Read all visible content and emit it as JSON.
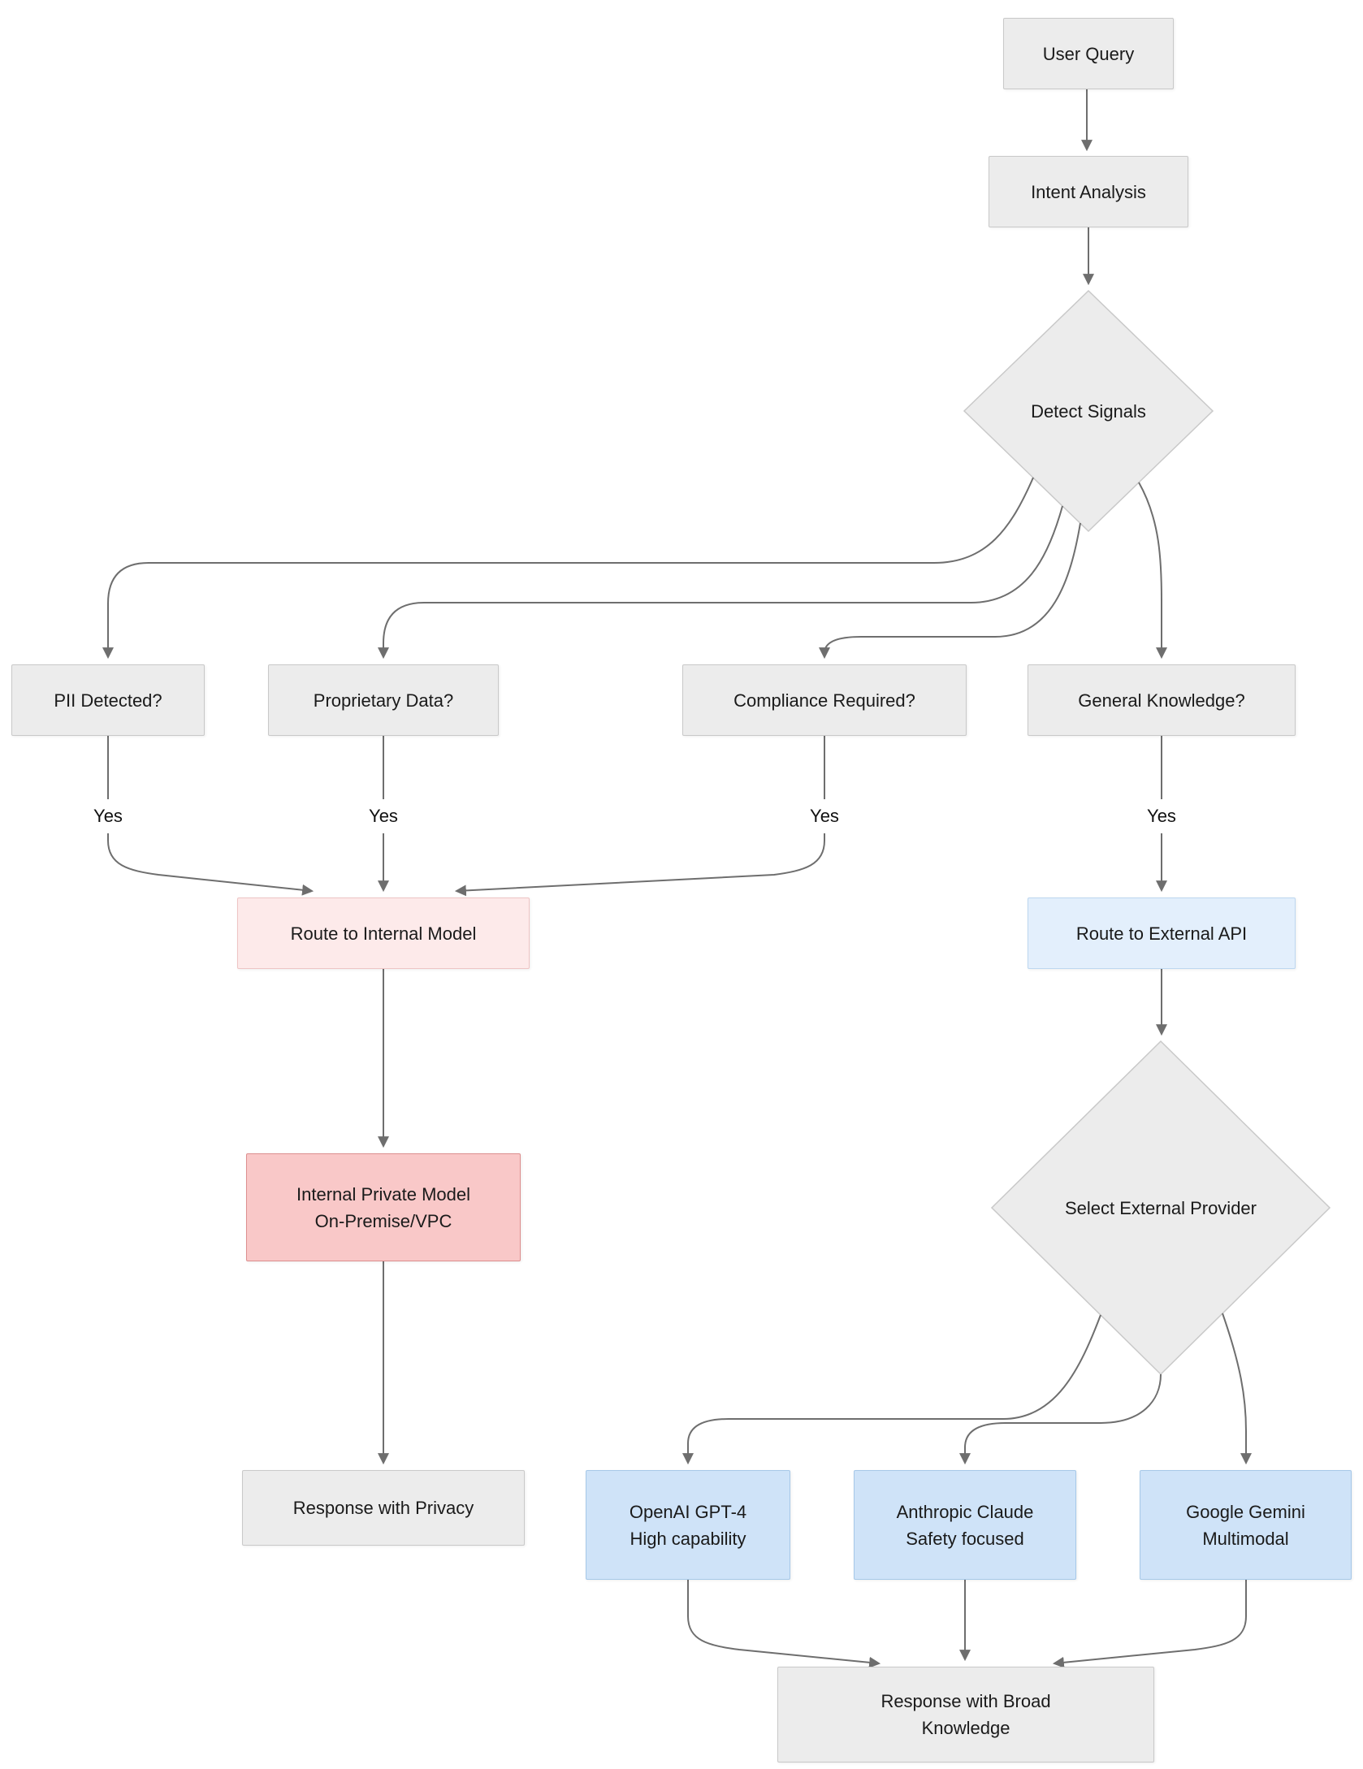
{
  "diagram": {
    "type": "flowchart",
    "nodes": {
      "user_query": {
        "label": "User Query"
      },
      "intent_analysis": {
        "label": "Intent Analysis"
      },
      "detect_signals": {
        "label": "Detect Signals"
      },
      "pii": {
        "label": "PII Detected?"
      },
      "proprietary": {
        "label": "Proprietary Data?"
      },
      "compliance": {
        "label": "Compliance Required?"
      },
      "general": {
        "label": "General Knowledge?"
      },
      "route_internal": {
        "label": "Route to Internal Model"
      },
      "route_external": {
        "label": "Route to External API"
      },
      "internal_model": {
        "label": "Internal Private Model\nOn-Premise/VPC"
      },
      "select_provider": {
        "label": "Select External Provider"
      },
      "response_privacy": {
        "label": "Response with Privacy"
      },
      "openai": {
        "label": "OpenAI GPT-4\nHigh capability"
      },
      "anthropic": {
        "label": "Anthropic Claude\nSafety focused"
      },
      "gemini": {
        "label": "Google Gemini\nMultimodal"
      },
      "response_broad": {
        "label": "Response with Broad\nKnowledge"
      }
    },
    "edge_labels": {
      "pii_yes": "Yes",
      "proprietary_yes": "Yes",
      "compliance_yes": "Yes",
      "general_yes": "Yes"
    },
    "colors": {
      "background": "#ffffff",
      "node_fill": "#ececec",
      "node_border": "#c9c9c9",
      "internal_route_fill": "#fdeaea",
      "internal_route_border": "#eec4c4",
      "internal_model_fill": "#f9c8c8",
      "internal_model_border": "#dd8f8f",
      "external_route_fill": "#e3effc",
      "external_route_border": "#bdd7f0",
      "provider_fill": "#cfe3f8",
      "provider_border": "#a6c8e8",
      "edge_stroke": "#6e6e6e",
      "text": "#1a1a1a"
    }
  }
}
